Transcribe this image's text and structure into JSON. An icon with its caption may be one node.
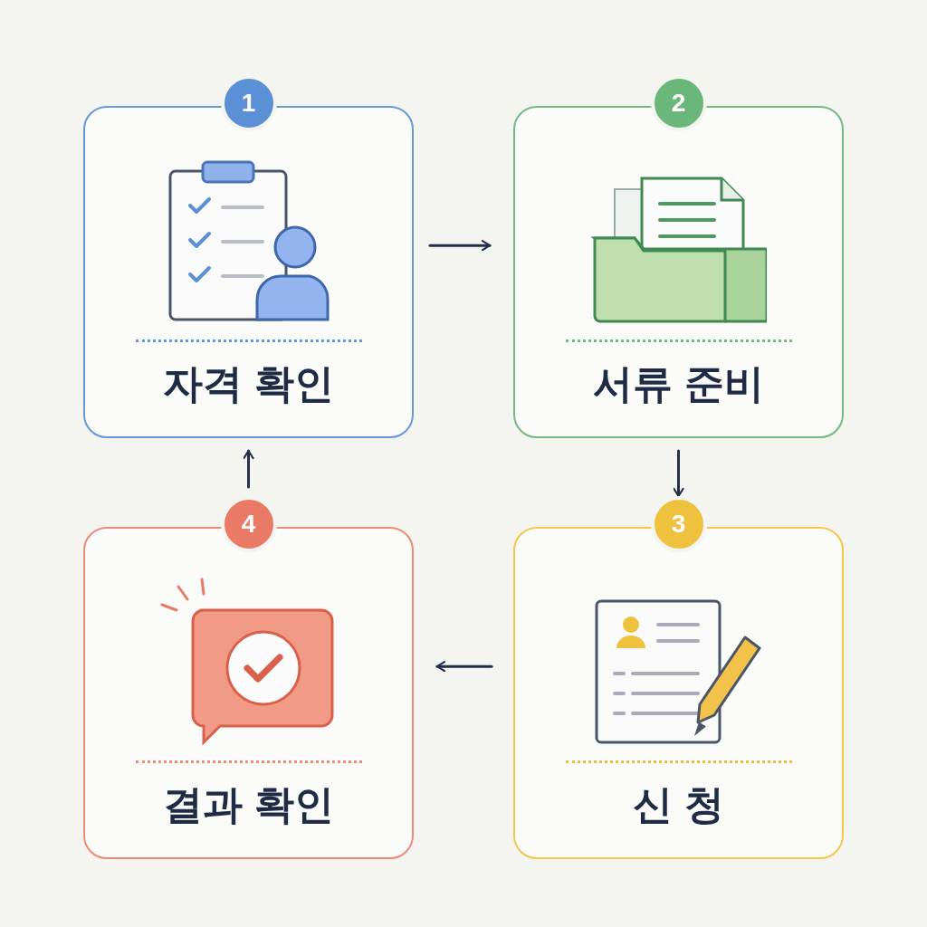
{
  "diagram": {
    "nodes": [
      {
        "text": [
          "1"
        ]
      },
      {
        "text": [
          "자격 확인"
        ]
      },
      {
        "text": [
          "2"
        ]
      },
      {
        "text": [
          "서류 준비"
        ]
      },
      {
        "text": [
          "3"
        ]
      },
      {
        "text": [
          "신 청"
        ]
      },
      {
        "text": [
          "4"
        ]
      },
      {
        "text": [
          "결과 확인"
        ]
      }
    ],
    "edges": [
      {
        "from": 1,
        "to": 3,
        "arrow": "to"
      },
      {
        "from": 3,
        "to": 4,
        "arrow": "to"
      },
      {
        "from": 5,
        "to": 7,
        "arrow": "to"
      },
      {
        "from": 6,
        "to": 1,
        "arrow": "to"
      }
    ]
  }
}
